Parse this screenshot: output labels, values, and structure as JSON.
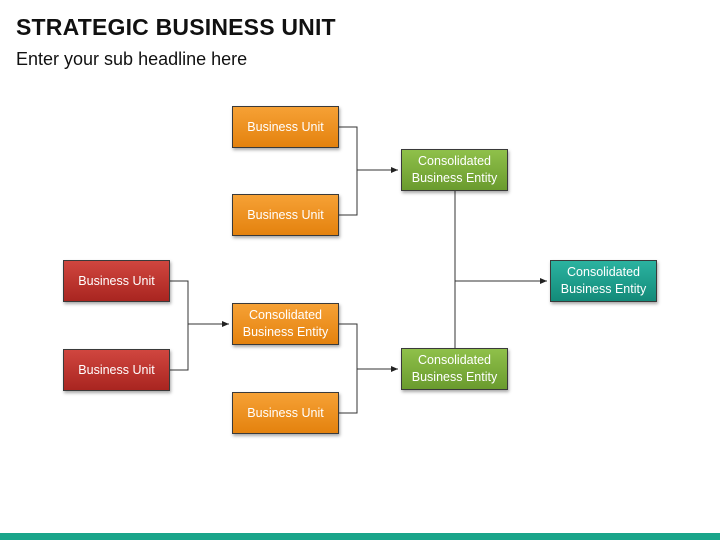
{
  "header": {
    "title": "STRATEGIC BUSINESS UNIT",
    "subtitle": "Enter your sub headline here"
  },
  "nodes": {
    "bu_top_1": "Business Unit",
    "bu_top_2": "Business Unit",
    "cbe_top": "Consolidated Business Entity",
    "bu_red_1": "Business Unit",
    "bu_red_2": "Business Unit",
    "cbe_mid": "Consolidated Business Entity",
    "bu_bottom": "Business Unit",
    "cbe_bottom": "Consolidated Business Entity",
    "cbe_final": "Consolidated Business Entity"
  },
  "colors": {
    "orange": "#f0911f",
    "green": "#7daf3c",
    "red": "#c0332d",
    "teal": "#1fa08e",
    "accent_bar": "#1aa58a"
  }
}
